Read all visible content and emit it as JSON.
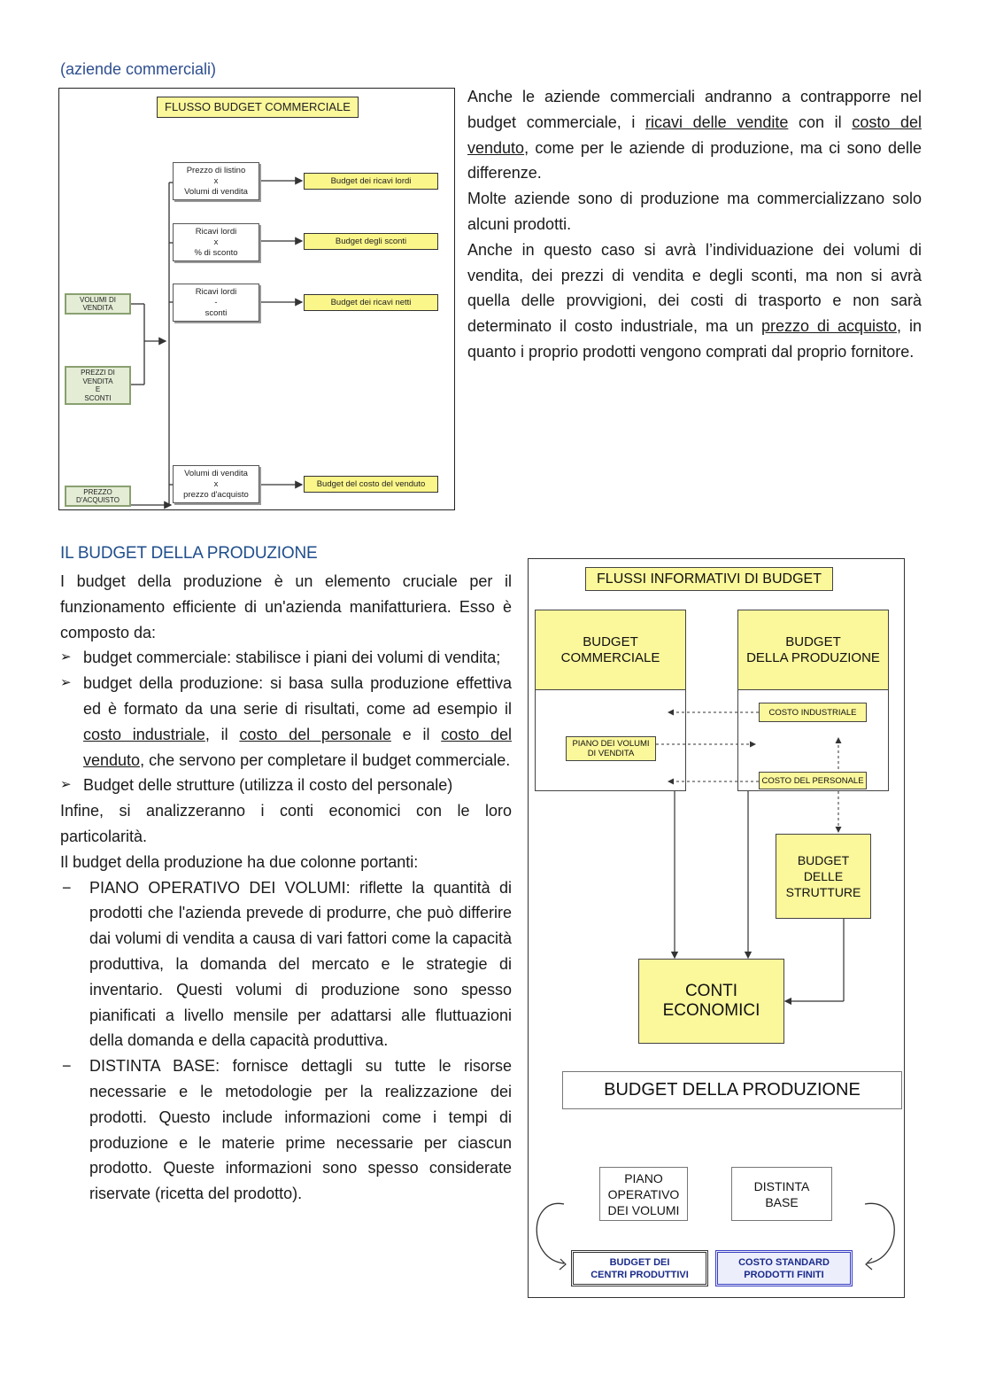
{
  "section_label": "(aziende commerciali)",
  "intro": {
    "p1_a": "Anche le aziende commerciali andranno a contrapporre nel budget commerciale, i ",
    "p1_u1": "ricavi delle vendite",
    "p1_b": " con il ",
    "p1_u2": "costo del venduto",
    "p1_c": ", come per le aziende di produzione, ma ci sono delle differenze.",
    "p2": "Molte aziende sono di produzione ma commercializzano solo alcuni prodotti.",
    "p3_a": "Anche in questo caso si avrà l’individuazione dei volumi di vendita, dei prezzi di vendita e degli sconti, ma non si avrà quella delle provvigioni, dei costi di trasporto e non sarà determinato il costo industriale, ma un ",
    "p3_u": "prezzo di acquisto",
    "p3_b": ", in quanto i proprio prodotti vengono comprati dal proprio fornitore."
  },
  "diagram1": {
    "title": "FLUSSO BUDGET COMMERCIALE",
    "inputs": [
      "VOLUMI DI\nVENDITA",
      "PREZZI DI\nVENDITA\nE\nSCONTI",
      "PREZZO\nD'ACQUISTO"
    ],
    "calcs": [
      "Prezzo di listino\nx\nVolumi di vendita",
      "Ricavi lordi\nx\n% di sconto",
      "Ricavi lordi\n-\nsconti",
      "Volumi di vendita\nx\nprezzo d'acquisto"
    ],
    "outputs": [
      "Budget dei ricavi lordi",
      "Budget degli sconti",
      "Budget dei ricavi netti",
      "Budget del costo del venduto"
    ]
  },
  "production": {
    "heading": "IL BUDGET DELLA PRODUZIONE",
    "intro": "I budget della produzione è un elemento cruciale per il funzionamento efficiente di un'azienda manifatturiera. Esso è composto da:",
    "b1": "budget commerciale: stabilisce i piani dei volumi di vendita;",
    "b2_a": "budget della produzione: si basa sulla produzione effettiva ed è formato da una serie di risultati, come ad esempio il ",
    "b2_u1": "costo industriale",
    "b2_b": ", il ",
    "b2_u2": "costo del personale",
    "b2_c": " e il ",
    "b2_u3": "costo del venduto",
    "b2_d": ", che servono per completare il budget commerciale.",
    "b3": "Budget delle strutture (utilizza il costo del personale)",
    "p_infine": "Infine, si analizzeranno i conti economici con le loro particolarità.",
    "p_colonne": "Il budget della produzione ha due colonne portanti:",
    "d1": "PIANO OPERATIVO DEI VOLUMI: riflette la quantità di prodotti che l'azienda prevede di produrre, che può differire dai volumi di vendita a causa di vari fattori come la capacità produttiva, la domanda del mercato e le strategie di inventario. Questi volumi di produzione sono spesso pianificati a livello mensile per adattarsi alle fluttuazioni della domanda e della capacità produttiva.",
    "d2": "DISTINTA BASE: fornisce dettagli su tutte le risorse necessarie e le metodologie per la realizzazione dei prodotti. Questo include informazioni come i tempi di produzione e le materie prime necessarie per ciascun prodotto. Queste informazioni sono spesso considerate riservate (ricetta del prodotto)."
  },
  "diagram2": {
    "title": "FLUSSI INFORMATIVI DI BUDGET",
    "budget_commerciale": "BUDGET\nCOMMERCIALE",
    "budget_produzione": "BUDGET\nDELLA PRODUZIONE",
    "costo_industriale": "COSTO INDUSTRIALE",
    "piano_volumi_vendita": "PIANO DEI VOLUMI\nDI VENDITA",
    "costo_personale": "COSTO DEL PERSONALE",
    "budget_strutture": "BUDGET\nDELLE\nSTRUTTURE",
    "conti_economici": "CONTI\nECONOMICI",
    "budget_della_produzione": "BUDGET DELLA PRODUZIONE",
    "piano_operativo": "PIANO\nOPERATIVO\nDEI VOLUMI",
    "distinta_base": "DISTINTA\nBASE",
    "budget_centri": "BUDGET DEI\nCENTRI PRODUTTIVI",
    "costo_standard": "COSTO STANDARD\nPRODOTTI FINITI"
  }
}
